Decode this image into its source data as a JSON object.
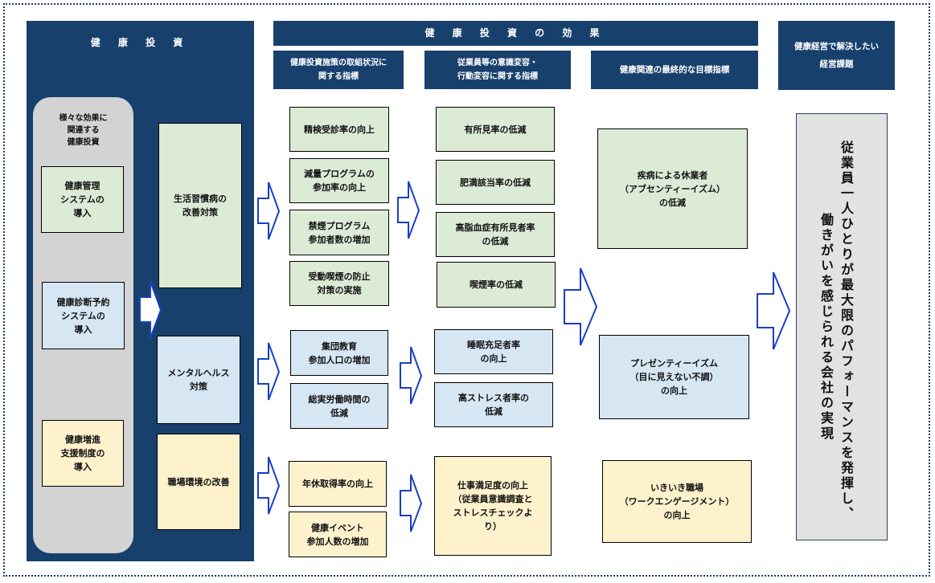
{
  "colors": {
    "header_navy": "#17406d",
    "green_fill": "#dcebd6",
    "blue_fill": "#d6e6f2",
    "yellow_fill": "#fef2cd",
    "gray_panel": "#d3d3d3",
    "goal_fill": "#e2e2e2",
    "arrow_outline": "#1a3fc4"
  },
  "headers": {
    "investment": "健 康 投 資",
    "effects": "健 康 投 資 の 効 果",
    "effects_sub": [
      "健康投資施策の取組状況に\n関する指標",
      "従業員等の意識変容・\n行動変容に関する指標",
      "健康関連の最終的な目標指標"
    ],
    "management_issue": "健康経営で解決したい\n経営課題"
  },
  "investment": {
    "panel_label": "様々な効果に\n関連する\n健康投資",
    "systems": [
      {
        "label": "健康管理\nシステムの\n導入",
        "color": "green"
      },
      {
        "label": "健康診断予約\nシステムの\n導入",
        "color": "blue"
      },
      {
        "label": "健康増進\n支援制度の\n導入",
        "color": "yellow"
      }
    ],
    "measures": [
      {
        "label": "生活習慣病の\n改善対策",
        "color": "green"
      },
      {
        "label": "メンタルヘルス\n対策",
        "color": "blue"
      },
      {
        "label": "職場環境の改善",
        "color": "yellow"
      }
    ]
  },
  "indicators_initiative": [
    {
      "label": "精検受診率の向上",
      "color": "green"
    },
    {
      "label": "減量プログラムの\n参加率の向上",
      "color": "green"
    },
    {
      "label": "禁煙プログラム\n参加者数の増加",
      "color": "green"
    },
    {
      "label": "受動喫煙の防止\n対策の実施",
      "color": "green"
    },
    {
      "label": "集団教育\n参加人口の増加",
      "color": "blue"
    },
    {
      "label": "総実労働時間の\n低減",
      "color": "blue"
    },
    {
      "label": "年休取得率の向上",
      "color": "yellow"
    },
    {
      "label": "健康イベント\n参加人数の増加",
      "color": "yellow"
    }
  ],
  "indicators_behavior": [
    {
      "label": "有所見率の低減",
      "color": "green"
    },
    {
      "label": "肥満該当率の低減",
      "color": "green"
    },
    {
      "label": "高脂血症有所見者率\nの低減",
      "color": "green"
    },
    {
      "label": "喫煙率の低減",
      "color": "green"
    },
    {
      "label": "睡眠充足者率\nの向上",
      "color": "blue"
    },
    {
      "label": "高ストレス者率の\n低減",
      "color": "blue"
    },
    {
      "label": "仕事満足度の向上\n（従業員意識調査と\nストレスチェックよ\nり）",
      "color": "yellow"
    }
  ],
  "final_targets": [
    {
      "label": "疾病による休業者\n（アブセンティーイズム）\nの低減",
      "color": "green"
    },
    {
      "label": "プレゼンティーイズム\n（目に見えない不調）\nの向上",
      "color": "blue"
    },
    {
      "label": "いきいき職場\n（ワークエンゲージメント）\nの向上",
      "color": "yellow"
    }
  ],
  "goal": {
    "line1": "従業員一人ひとりが最大限のパフォーマンスを発揮し、",
    "line2": "働きがいを感じられる会社の実現"
  }
}
